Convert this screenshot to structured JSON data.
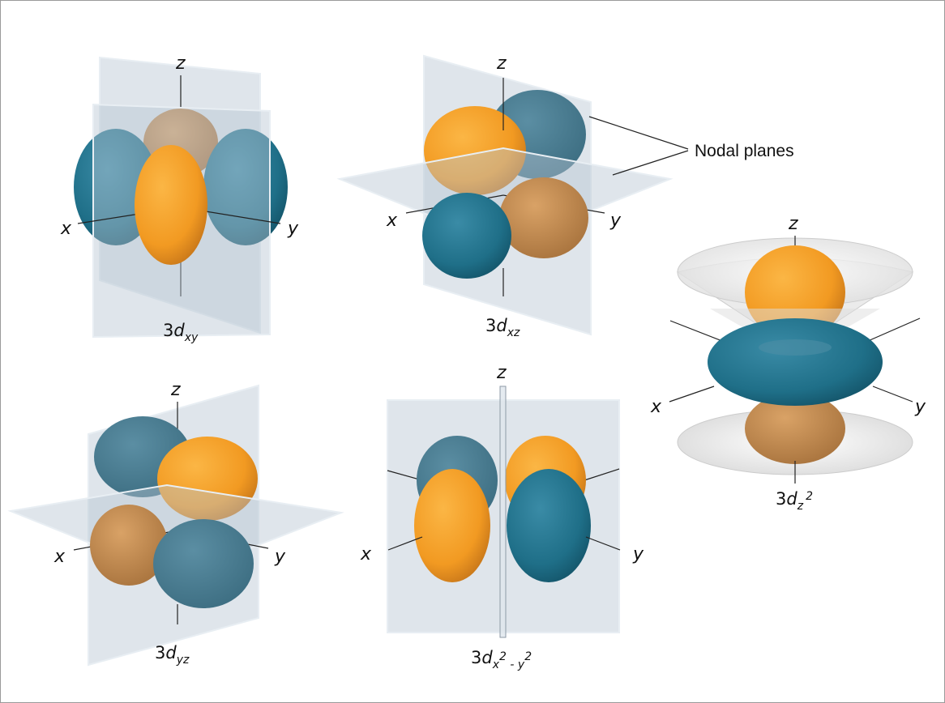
{
  "colors": {
    "positive_lobe": "#F5A02A",
    "negative_lobe": "#2B7A93",
    "plane": "#B9C6D2"
  },
  "annotation": "Nodal planes",
  "orbitals": [
    {
      "id": "dxy",
      "prefix": "3",
      "letter": "d",
      "subscript": "xy",
      "axes": {
        "x": "x",
        "y": "y",
        "z": "z"
      }
    },
    {
      "id": "dxz",
      "prefix": "3",
      "letter": "d",
      "subscript": "xz",
      "axes": {
        "x": "x",
        "y": "y",
        "z": "z"
      }
    },
    {
      "id": "dz2",
      "prefix": "3",
      "letter": "d",
      "subscript": "z",
      "superscript": "2",
      "axes": {
        "x": "x",
        "y": "y",
        "z": "z"
      }
    },
    {
      "id": "dyz",
      "prefix": "3",
      "letter": "d",
      "subscript": "yz",
      "axes": {
        "x": "x",
        "y": "y",
        "z": "z"
      }
    },
    {
      "id": "dx2y2",
      "prefix": "3",
      "letter": "d",
      "subscript_a": "x",
      "sup_a": "2",
      "sub_minus": " - ",
      "subscript_b": "y",
      "sup_b": "2",
      "axes": {
        "x": "x",
        "y": "y",
        "z": "z"
      }
    }
  ]
}
